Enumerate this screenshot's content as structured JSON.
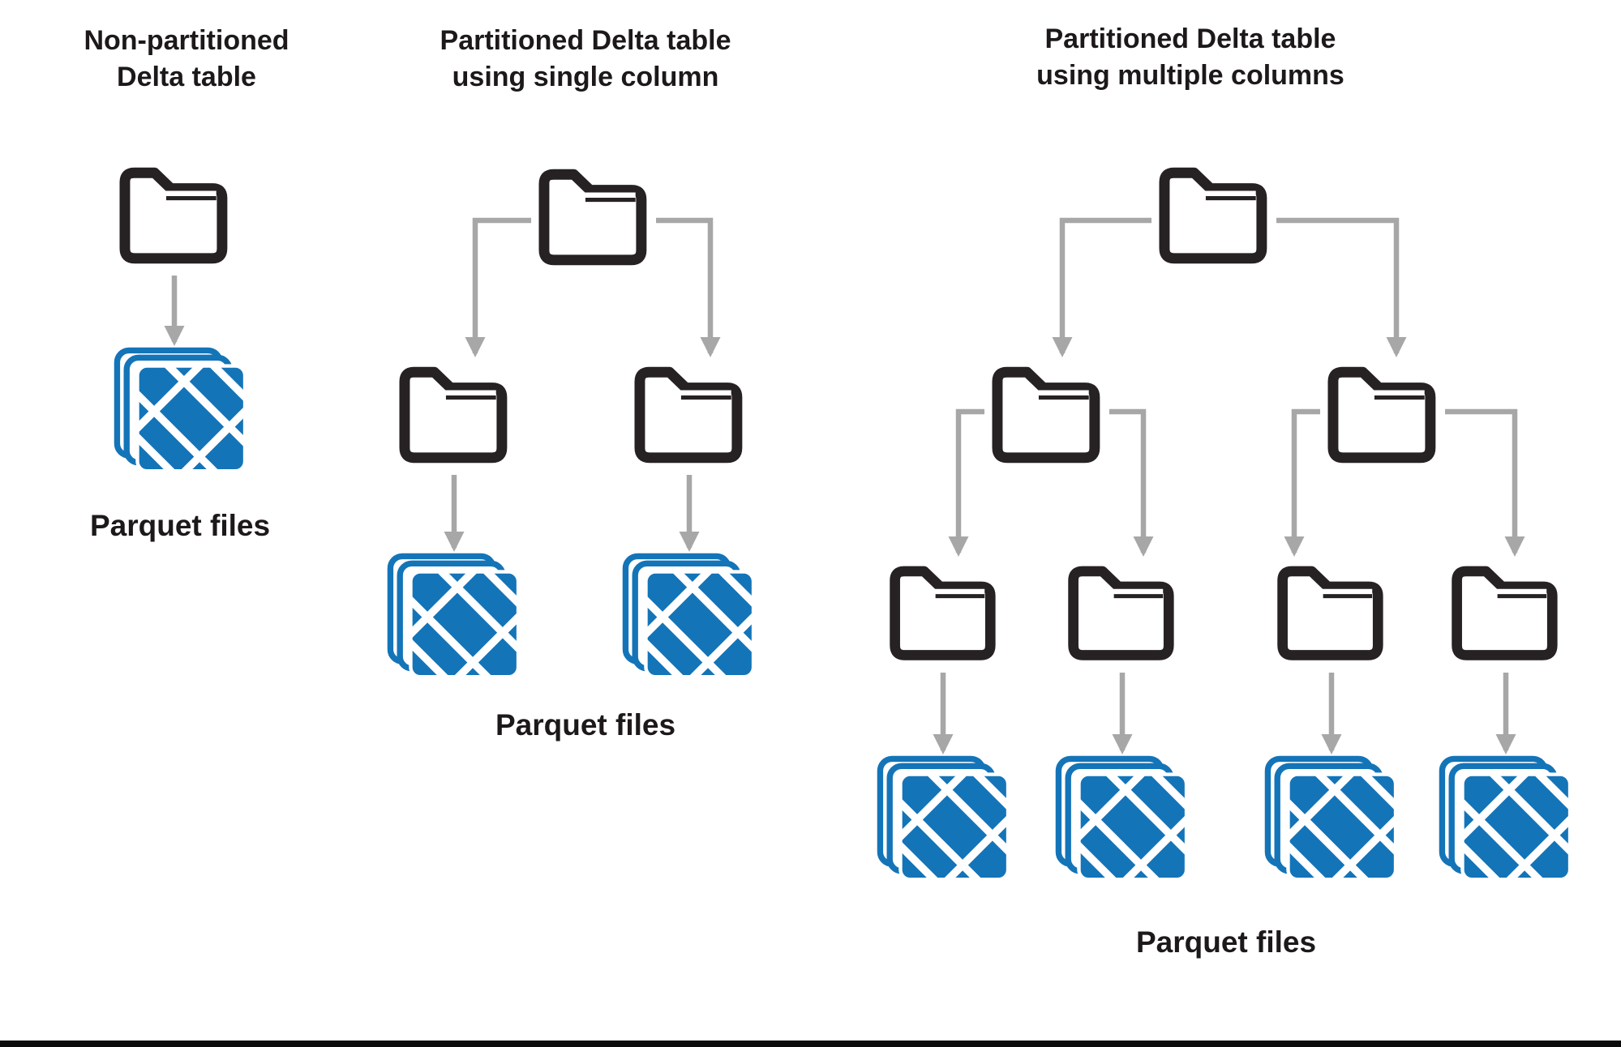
{
  "page": {
    "background_color": "#ffffff",
    "bottom_rule_color": "#0b0b0b"
  },
  "colors": {
    "folder_outline": "#262122",
    "connector_gray": "#a7a7a7",
    "parquet_blue": "#1474b8",
    "text": "#1d191a"
  },
  "icons": {
    "folder": "folder-icon",
    "parquet": "parquet-files-icon",
    "arrow": "down-arrow-connector"
  },
  "columns": [
    {
      "id": "non-partitioned",
      "title_lines": [
        "Non-partitioned",
        "Delta table"
      ],
      "parquet_label": "Parquet files",
      "levels": 1,
      "folder_count": 1,
      "parquet_group_count": 1
    },
    {
      "id": "single-column",
      "title_lines": [
        "Partitioned Delta table",
        "using single column"
      ],
      "parquet_label": "Parquet files",
      "levels": 2,
      "folder_count": 3,
      "parquet_group_count": 2
    },
    {
      "id": "multiple-columns",
      "title_lines": [
        "Partitioned Delta table",
        "using multiple columns"
      ],
      "parquet_label": "Parquet files",
      "levels": 3,
      "folder_count": 7,
      "parquet_group_count": 4
    }
  ]
}
